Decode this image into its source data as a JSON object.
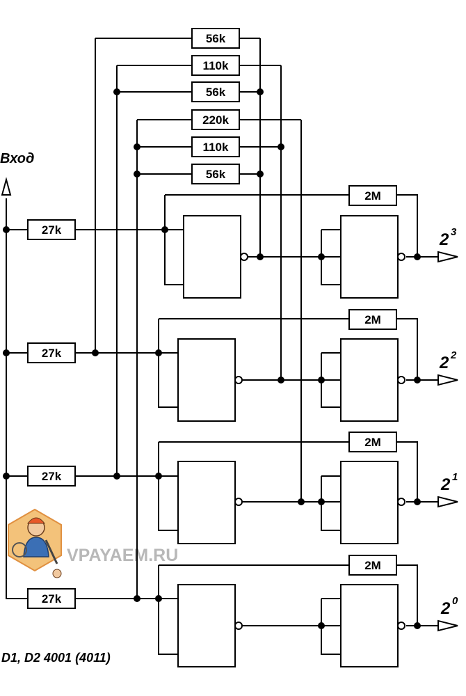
{
  "input_label": "Вход",
  "footer_label": "D1, D2 4001 (4011)",
  "watermark_text": "VPAYAEM.RU",
  "ladder_resistors": [
    "56k",
    "110k",
    "56k",
    "220k",
    "110k",
    "56k"
  ],
  "input_resistors": [
    "27k",
    "27k",
    "27k",
    "27k"
  ],
  "feedback_resistors": [
    "2M",
    "2M",
    "2M",
    "2M"
  ],
  "outputs": [
    {
      "base": "2",
      "exp": "3"
    },
    {
      "base": "2",
      "exp": "2"
    },
    {
      "base": "2",
      "exp": "1"
    },
    {
      "base": "2",
      "exp": "0"
    }
  ],
  "colors": {
    "line": "#000000",
    "watermark": "#b8b8b8",
    "mascot_orange": "#e88a2a"
  }
}
